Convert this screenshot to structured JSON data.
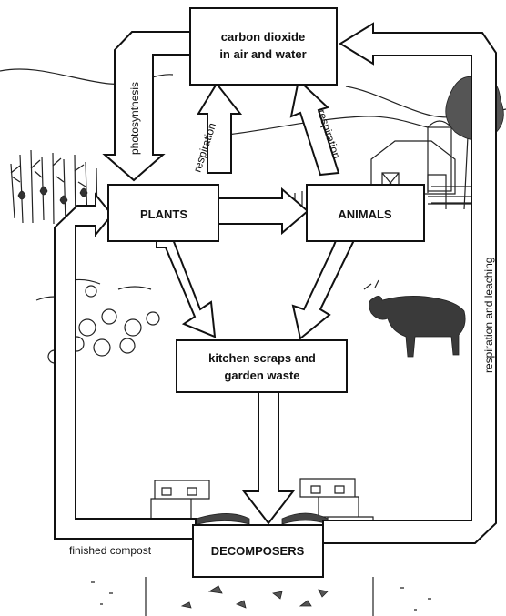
{
  "boxes": {
    "carbon_line1": "carbon dioxide",
    "carbon_line2": "in air and water",
    "plants": "PLANTS",
    "animals": "ANIMALS",
    "kitchen_line1": "kitchen scraps and",
    "kitchen_line2": "garden waste",
    "decomposers": "DECOMPOSERS"
  },
  "arrow_labels": {
    "photosynthesis": "photosynthesis",
    "respiration_plants": "respiration",
    "respiration_animals": "respiration",
    "respiration_leaching": "respiration and leaching",
    "finished_compost": "finished compost"
  },
  "colors": {
    "ink": "#111111",
    "paper": "#ffffff"
  }
}
